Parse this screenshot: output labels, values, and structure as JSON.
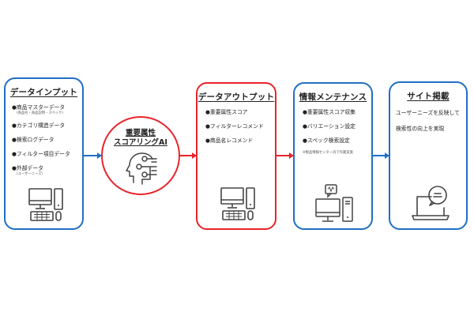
{
  "colors": {
    "blue": "#1f6fc5",
    "red": "#e8242b",
    "icon": "#444444"
  },
  "input_box": {
    "title": "データインプット",
    "items": [
      {
        "label": "●商品マスターデータ",
        "sub": "(商品名・商品説明・スペック)"
      },
      {
        "label": "●カテゴリ構造データ"
      },
      {
        "label": "●検索ログデータ"
      },
      {
        "label": "●フィルター項目データ"
      },
      {
        "label": "●外部データ",
        "sub": "(ユーザーニーズ)"
      }
    ],
    "icon": "desktop-computer-icon"
  },
  "ai_circle": {
    "title_line1": "重要属性",
    "title_line2": "スコアリングAI",
    "icon": "ai-head-circuit-icon"
  },
  "output_box": {
    "title": "データアウトプット",
    "items": [
      {
        "label": "●重要属性スコア"
      },
      {
        "label": "●フィルターレコメンド"
      },
      {
        "label": "●商品名レコメンド"
      }
    ],
    "icon": "desktop-computer-icon"
  },
  "maintenance_box": {
    "title": "情報メンテナンス",
    "items": [
      {
        "label": "●重要属性スコア収集"
      },
      {
        "label": "●バリエーション設定"
      },
      {
        "label": "●スペック検索設定"
      }
    ],
    "note": "※製品情報センター内で作業実施",
    "icon": "desktop-with-chat-icon"
  },
  "site_box": {
    "title": "サイト掲載",
    "lines": [
      "ユーザーニーズを反映して",
      "検索性の向上を実現"
    ],
    "icon": "laptop-chat-icon"
  }
}
